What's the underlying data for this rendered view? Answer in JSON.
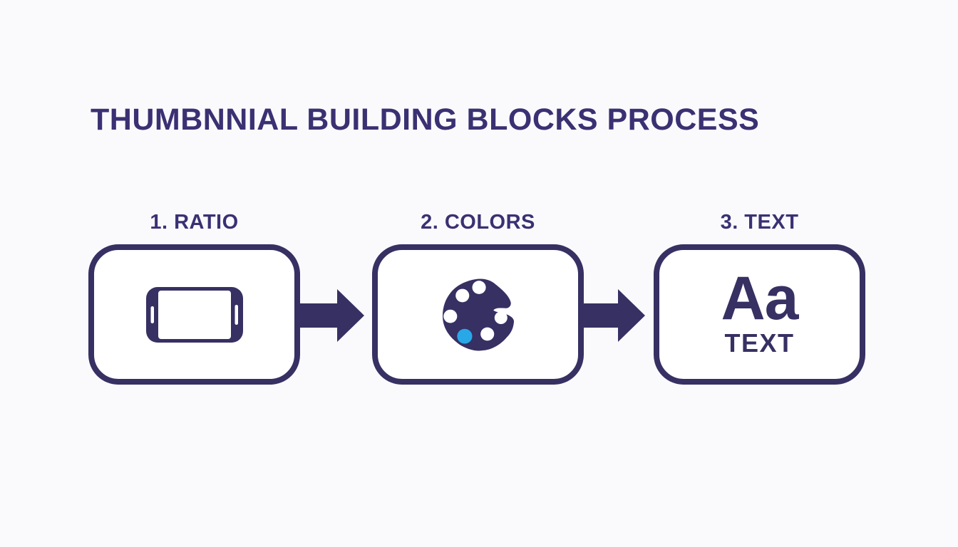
{
  "colors": {
    "bg": "#FAFAFC",
    "box-bg": "#FFFFFF",
    "navy": "#363063",
    "navy-text": "#3A3173",
    "blue": "#29A8E8"
  },
  "header": {
    "title": "THUMBNNIAL BUILDING BLOCKS PROCESS"
  },
  "steps": [
    {
      "label": "1. RATIO",
      "icon": "phone-landscape-icon"
    },
    {
      "label": "2. COLORS",
      "icon": "paint-palette-icon"
    },
    {
      "label": "3. TEXT",
      "icon": "text-specimen-glyphs",
      "big_text": "Aa",
      "small_text": "TEXT"
    }
  ],
  "connectors": [
    {
      "icon": "arrow-right-icon"
    },
    {
      "icon": "arrow-right-icon"
    }
  ]
}
